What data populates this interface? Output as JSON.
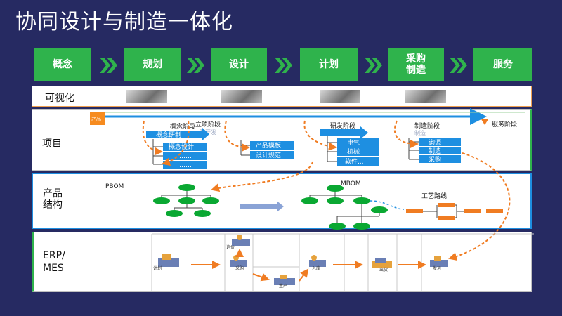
{
  "title": "协同设计与制造一体化",
  "stages": [
    "概念",
    "规划",
    "设计",
    "计划",
    "采购\n制造",
    "服务"
  ],
  "rows": {
    "visual": "可视化",
    "project": "项目",
    "structure": "产品\n结构",
    "erp": "ERP/\nMES"
  },
  "project": {
    "tag": "产品",
    "phases": [
      "概念阶段",
      "立项阶段",
      "研发阶段",
      "制造阶段",
      "服务阶段"
    ],
    "faded": [
      "阶开发",
      "制造"
    ],
    "concept_items": [
      "概念研制",
      "概念设计",
      "……",
      "……"
    ],
    "approval_items": [
      "产品模板",
      "设计规范"
    ],
    "rd_items": [
      "电气",
      "机械",
      "软件..."
    ],
    "mfg_items": [
      "询源",
      "制造",
      "采购"
    ]
  },
  "structure": {
    "pbom": "PBOM",
    "mbom": "MBOM",
    "route": "工艺路线"
  },
  "erp": {
    "labels": [
      "计划",
      "询价",
      "采购",
      "生产",
      "入库",
      "出货",
      "发运"
    ]
  },
  "colors": {
    "background": "#262a62",
    "stage": "#2fb34c",
    "blue": "#1e8fe1",
    "green_node": "#0aa832",
    "orange": "#f07c22",
    "tag": "#f68b1f"
  }
}
